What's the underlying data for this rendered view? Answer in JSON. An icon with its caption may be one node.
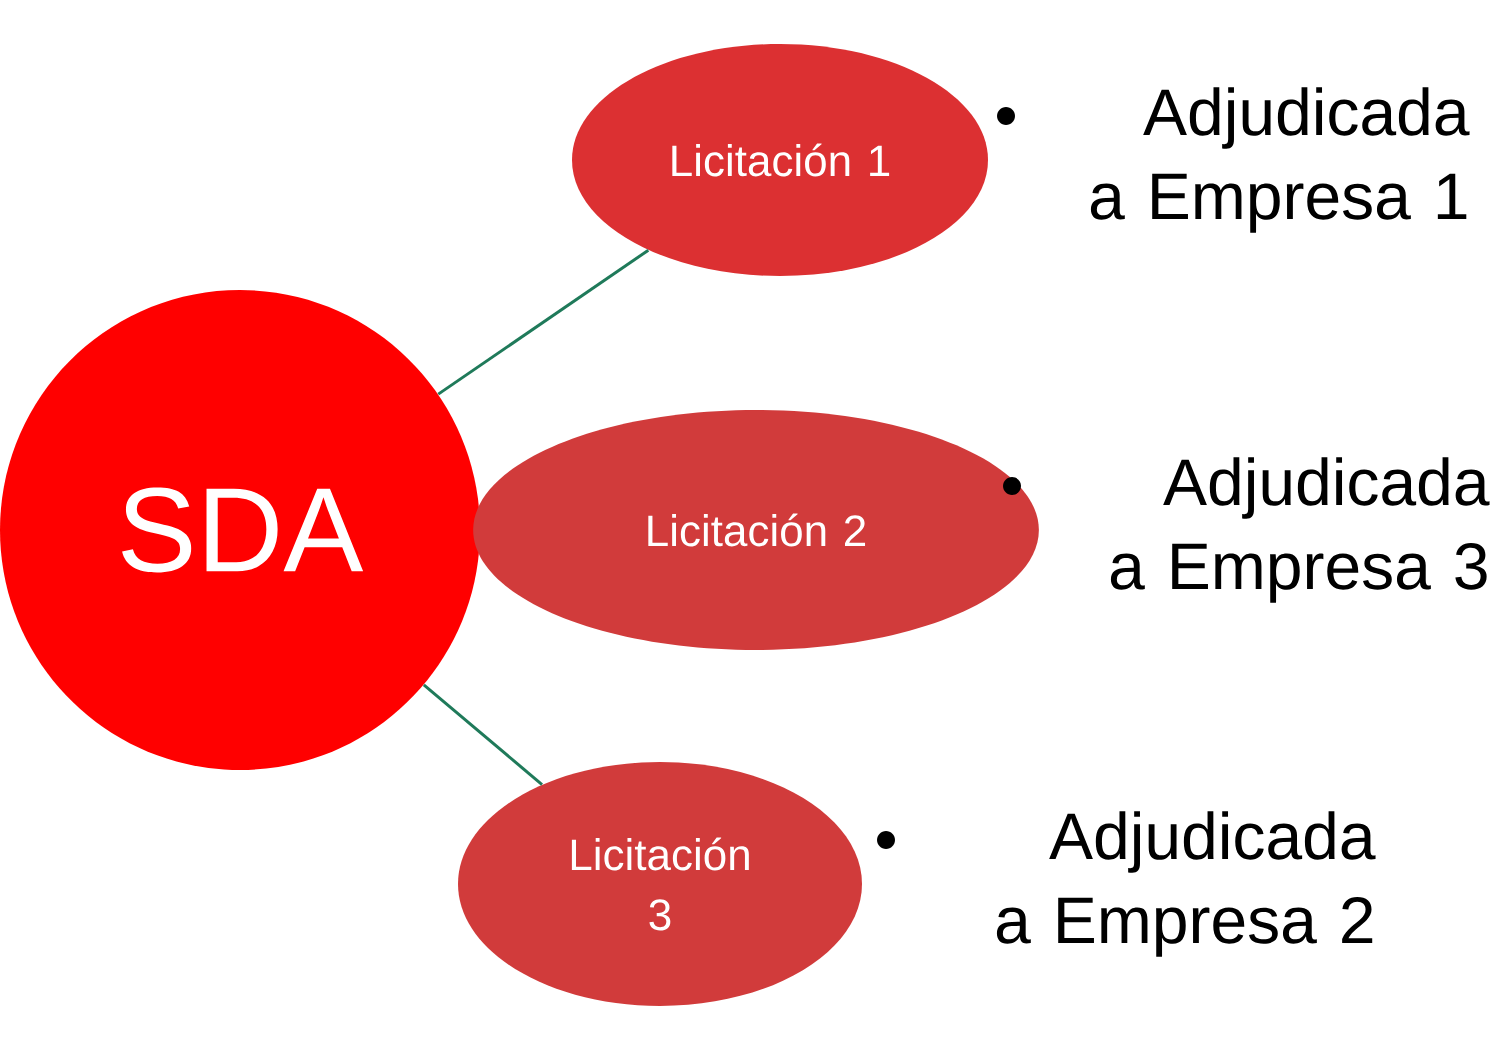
{
  "diagram": {
    "nodes": [
      {
        "text": [
          "SDA"
        ]
      },
      {
        "text": [
          "Licitación 1"
        ],
        "beside": [
          "Adjudicada a Empresa 1"
        ]
      },
      {
        "text": [
          "Licitación 2"
        ],
        "beside": [
          "Adjudicada a Empresa 3"
        ]
      },
      {
        "text": [
          "Licitación 3"
        ],
        "beside": [
          "Adjudicada a Empresa 2"
        ]
      }
    ],
    "edges": [
      {
        "from": 0,
        "to": 1,
        "arrow": "none"
      },
      {
        "from": 0,
        "to": 3,
        "arrow": "none"
      }
    ]
  }
}
